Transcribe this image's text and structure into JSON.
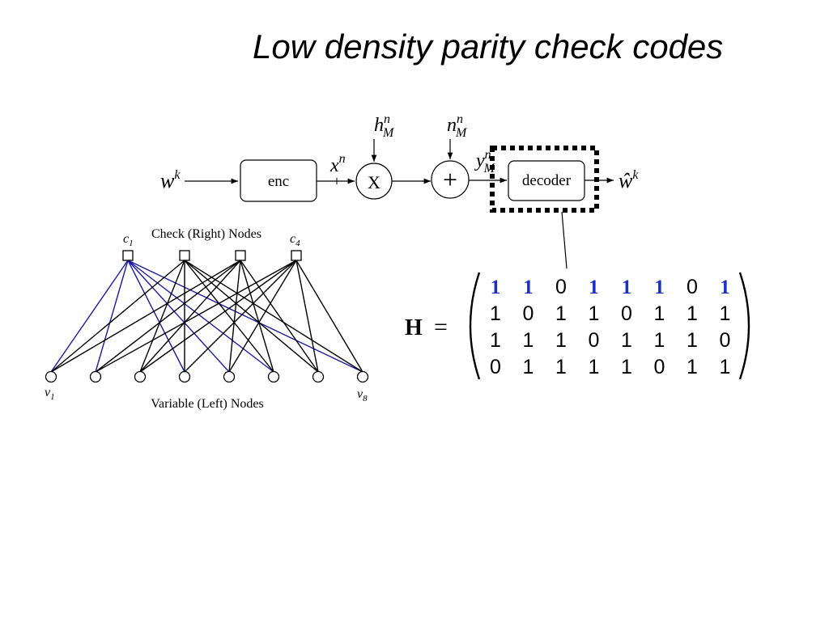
{
  "title": "Low density parity check codes",
  "block_diagram": {
    "input": "w",
    "input_sup": "k",
    "encoder": "enc",
    "encoded": "x",
    "encoded_sup": "n",
    "channel_gain": "h",
    "channel_gain_sub": "M",
    "channel_gain_sup": "n",
    "multiplier": "X",
    "noise": "n",
    "noise_sub": "M",
    "noise_sup": "n",
    "adder": "+",
    "received": "y",
    "received_sub": "M",
    "received_sup": "n",
    "decoder": "decoder",
    "output": "ŵ",
    "output_sup": "k"
  },
  "tanner_graph": {
    "check_label": "Check (Right) Nodes",
    "variable_label": "Variable (Left) Nodes",
    "check_first": "c",
    "check_first_sub": "1",
    "check_last": "c",
    "check_last_sub": "4",
    "var_first": "v",
    "var_first_sub": "1",
    "var_last": "v",
    "var_last_sub": "8",
    "highlight_color": "#1a1aa6",
    "edge_color": "#000000"
  },
  "matrix": {
    "label": "H",
    "equals": "=",
    "highlight_row": 0,
    "highlight_color": "#1a2fc8",
    "rows": [
      [
        1,
        1,
        0,
        1,
        1,
        1,
        0,
        1
      ],
      [
        1,
        0,
        1,
        1,
        0,
        1,
        1,
        1
      ],
      [
        1,
        1,
        1,
        0,
        1,
        1,
        1,
        0
      ],
      [
        0,
        1,
        1,
        1,
        1,
        0,
        1,
        1
      ]
    ]
  }
}
